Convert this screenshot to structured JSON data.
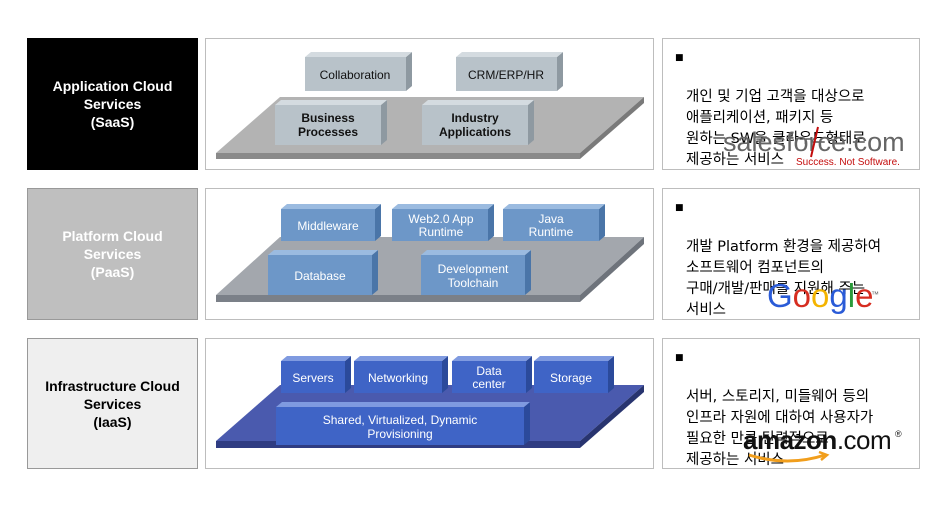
{
  "rows": [
    {
      "label": "Application Cloud\nServices\n(SaaS)",
      "blocks": {
        "collaboration": "Collaboration",
        "crm": "CRM/ERP/HR",
        "business": [
          "Business",
          "Processes"
        ],
        "industry": [
          "Industry",
          "Applications"
        ]
      },
      "description": "개인 및 기업 고객을 대상으로\n애플리케이션, 패키지 등\n원하는 SW을 클라우드형태로\n제공하는 서비스",
      "logo": {
        "name": "salesforce-logo",
        "text_a": "sales",
        "text_b": "force",
        "text_c": ".com",
        "tagline": "Success. Not Software."
      }
    },
    {
      "label": "Platform Cloud\nServices\n(PaaS)",
      "blocks": {
        "middleware": "Middleware",
        "web20": [
          "Web2.0 App",
          "Runtime"
        ],
        "java": [
          "Java",
          "Runtime"
        ],
        "database": "Database",
        "toolchain": [
          "Development",
          "Toolchain"
        ]
      },
      "description": "개발 Platform 환경을 제공하여\n소프트웨어 컴포넌트의\n구매/개발/판매를 지원해 주는\n서비스",
      "logo": {
        "name": "google-logo",
        "letters": [
          "G",
          "o",
          "o",
          "g",
          "l",
          "e"
        ],
        "tm": "™"
      }
    },
    {
      "label": "Infrastructure Cloud\nServices\n(IaaS)",
      "blocks": {
        "servers": "Servers",
        "networking": "Networking",
        "datacenter": [
          "Data",
          "center"
        ],
        "storage": "Storage",
        "shared": [
          "Shared, Virtualized, Dynamic",
          "Provisioning"
        ]
      },
      "description": "서버, 스토리지, 미들웨어 등의\n인프라 자원에 대하여 사용자가\n필요한 만큼 탄력적으로\n제공하는 서비스",
      "logo": {
        "name": "amazon-logo",
        "text": "amazon",
        "suffix": ".com",
        "reg": "®"
      }
    }
  ],
  "bullet": "■",
  "colors": {
    "saas_block": "#a9b3ba",
    "saas_base": "#a6a6a6",
    "paas_block": "#6d97c8",
    "paas_base": "#a3a7ad",
    "iaas_block": "#3f64c6",
    "iaas_base": "#4858a8"
  }
}
